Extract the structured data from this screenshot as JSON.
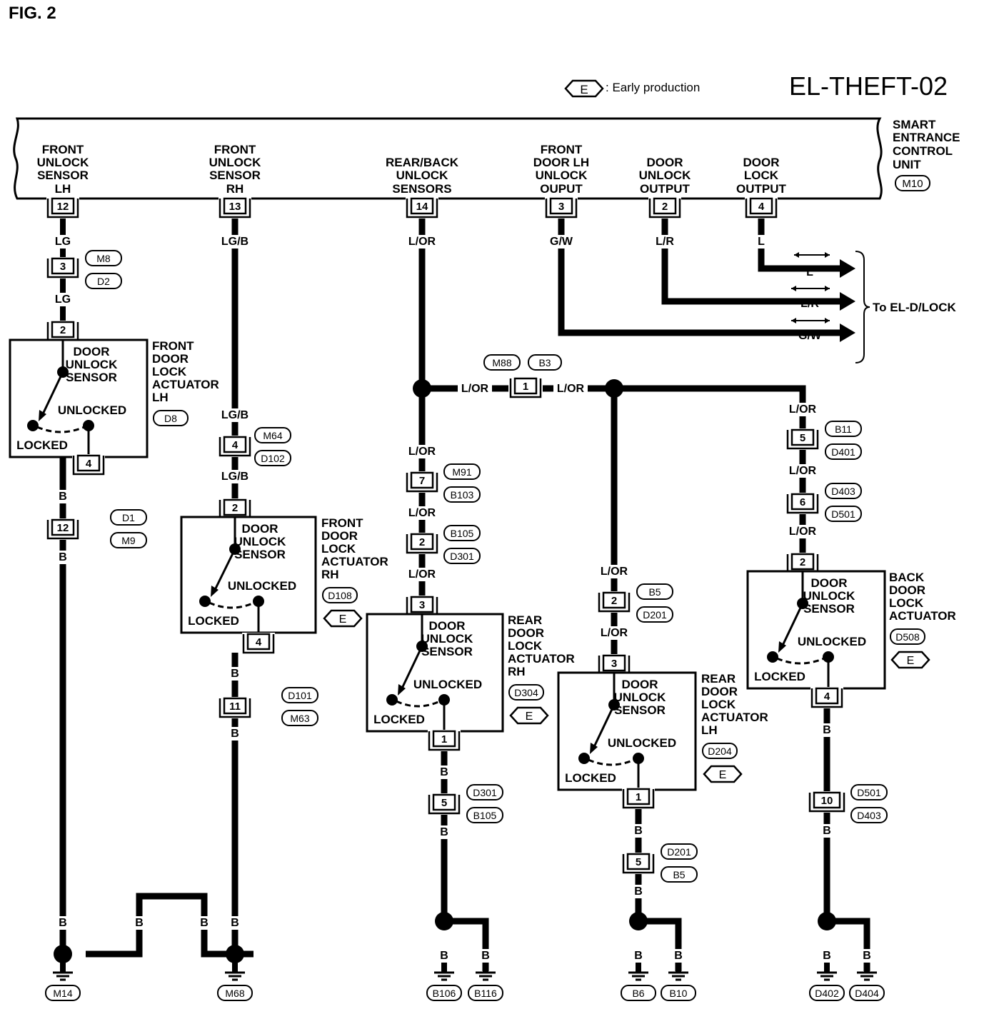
{
  "fig_label": "FIG. 2",
  "diagram_code": "EL-THEFT-02",
  "legend": {
    "symbol": "E",
    "text": ": Early production"
  },
  "unit": {
    "lines": [
      "SMART",
      "ENTRANCE",
      "CONTROL",
      "UNIT"
    ],
    "connector": "M10"
  },
  "terminals": [
    {
      "pin": "12",
      "label": [
        "FRONT",
        "UNLOCK",
        "SENSOR",
        "LH"
      ],
      "wire": "LG"
    },
    {
      "pin": "13",
      "label": [
        "FRONT",
        "UNLOCK",
        "SENSOR",
        "RH"
      ],
      "wire": "LG/B"
    },
    {
      "pin": "14",
      "label": [
        "REAR/BACK",
        "UNLOCK",
        "SENSORS"
      ],
      "wire": "L/OR"
    },
    {
      "pin": "3",
      "label": [
        "FRONT",
        "DOOR LH",
        "UNLOCK",
        "OUPUT"
      ],
      "wire": "G/W"
    },
    {
      "pin": "2",
      "label": [
        "DOOR",
        "UNLOCK",
        "OUTPUT"
      ],
      "wire": "L/R"
    },
    {
      "pin": "4",
      "label": [
        "DOOR",
        "LOCK",
        "OUTPUT"
      ],
      "wire": "L"
    }
  ],
  "to_dlock": {
    "wires": [
      "L",
      "L/R",
      "G/W"
    ],
    "label": "To EL-D/LOCK"
  },
  "junction": {
    "pin": "1",
    "wire": "L/OR",
    "conn": [
      "M88",
      "B3"
    ]
  },
  "actuators": [
    {
      "title": [
        "FRONT",
        "DOOR",
        "LOCK",
        "ACTUATOR",
        "LH"
      ],
      "conn": "D8",
      "early": false,
      "in_pin": "2",
      "out_pin": "4",
      "sensor": [
        "DOOR",
        "UNLOCK",
        "SENSOR"
      ],
      "unlocked": "UNLOCKED",
      "locked": "LOCKED"
    },
    {
      "title": [
        "FRONT",
        "DOOR",
        "LOCK",
        "ACTUATOR",
        "RH"
      ],
      "conn": "D108",
      "early": true,
      "in_pin": "2",
      "out_pin": "4",
      "sensor": [
        "DOOR",
        "UNLOCK",
        "SENSOR"
      ],
      "unlocked": "UNLOCKED",
      "locked": "LOCKED"
    },
    {
      "title": [
        "REAR",
        "DOOR",
        "LOCK",
        "ACTUATOR",
        "RH"
      ],
      "conn": "D304",
      "early": true,
      "in_pin": "3",
      "out_pin": "1",
      "sensor": [
        "DOOR",
        "UNLOCK",
        "SENSOR"
      ],
      "unlocked": "UNLOCKED",
      "locked": "LOCKED"
    },
    {
      "title": [
        "REAR",
        "DOOR",
        "LOCK",
        "ACTUATOR",
        "LH"
      ],
      "conn": "D204",
      "early": true,
      "in_pin": "3",
      "out_pin": "1",
      "sensor": [
        "DOOR",
        "UNLOCK",
        "SENSOR"
      ],
      "unlocked": "UNLOCKED",
      "locked": "LOCKED"
    },
    {
      "title": [
        "BACK",
        "DOOR",
        "LOCK",
        "ACTUATOR"
      ],
      "conn": "D508",
      "early": true,
      "in_pin": "2",
      "out_pin": "4",
      "sensor": [
        "DOOR",
        "UNLOCK",
        "SENSOR"
      ],
      "unlocked": "UNLOCKED",
      "locked": "LOCKED"
    }
  ],
  "inline_connectors": [
    {
      "pin": "3",
      "conn": [
        "M8",
        "D2"
      ]
    },
    {
      "pin": "12",
      "conn": [
        "D1",
        "M9"
      ]
    },
    {
      "pin": "4",
      "conn": [
        "M64",
        "D102"
      ]
    },
    {
      "pin": "11",
      "conn": [
        "D101",
        "M63"
      ]
    },
    {
      "pin": "7",
      "conn": [
        "M91",
        "B103"
      ]
    },
    {
      "pin": "2",
      "conn": [
        "B105",
        "D301"
      ]
    },
    {
      "pin": "5",
      "conn": [
        "D301",
        "B105"
      ]
    },
    {
      "pin": "2",
      "conn": [
        "B5",
        "D201"
      ]
    },
    {
      "pin": "5",
      "conn": [
        "D201",
        "B5"
      ]
    },
    {
      "pin": "5",
      "conn": [
        "B11",
        "D401"
      ]
    },
    {
      "pin": "6",
      "conn": [
        "D403",
        "D501"
      ]
    },
    {
      "pin": "10",
      "conn": [
        "D501",
        "D403"
      ]
    }
  ],
  "ground_wire": "B",
  "grounds": [
    "M14",
    "M68",
    "B106",
    "B116",
    "B6",
    "B10",
    "D402",
    "D404"
  ]
}
